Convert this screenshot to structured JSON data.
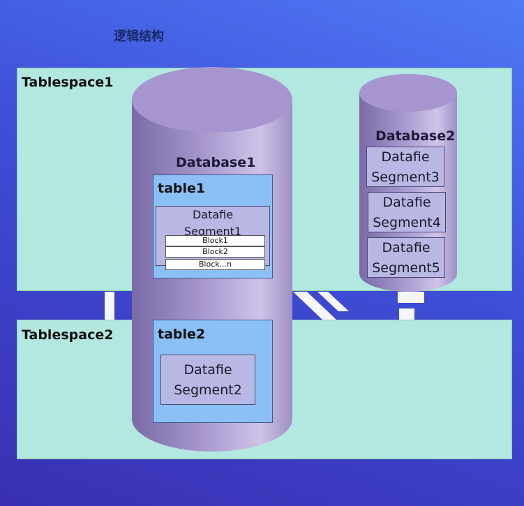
{
  "title": "逻辑结构",
  "tablespaces": [
    {
      "label": "Tablespace1"
    },
    {
      "label": "Tablespace2"
    }
  ],
  "databases": [
    {
      "label": "Database1"
    },
    {
      "label": "Database2"
    }
  ],
  "tables": [
    {
      "label": "table1"
    },
    {
      "label": "table2"
    }
  ],
  "segments": [
    {
      "line1": "Datafie",
      "line2": "Segment1"
    },
    {
      "line1": "Datafie",
      "line2": "Segment2"
    },
    {
      "line1": "Datafie",
      "line2": "Segment3"
    },
    {
      "line1": "Datafie",
      "line2": "Segment4"
    },
    {
      "line1": "Datafie",
      "line2": "Segment5"
    }
  ],
  "blocks": [
    "Block1",
    "Block2",
    "Block...n"
  ],
  "colors": {
    "tablespace_fill": "#b2e8df",
    "cylinder_fill": "#a695cf",
    "table_fill": "#8bbff6",
    "segment_fill": "#b9b7e4"
  }
}
